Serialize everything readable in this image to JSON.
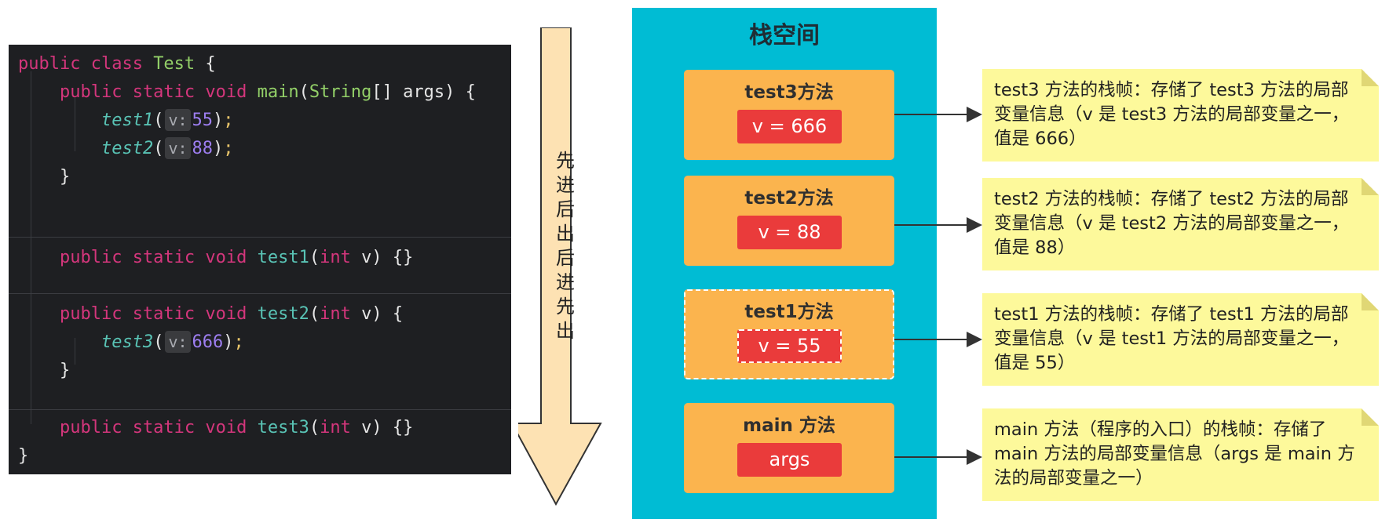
{
  "code": {
    "lines": [
      {
        "parts": [
          {
            "t": "public class ",
            "c": "kw"
          },
          {
            "t": "Test",
            "c": "cls"
          },
          {
            "t": " {",
            "c": "brk"
          }
        ]
      },
      {
        "parts": [
          {
            "t": "    public static void ",
            "c": "kw"
          },
          {
            "t": "main",
            "c": "cls"
          },
          {
            "t": "(",
            "c": "brk"
          },
          {
            "t": "String",
            "c": "cls"
          },
          {
            "t": "[] args) {",
            "c": "brk"
          }
        ]
      },
      {
        "parts": [
          {
            "t": "        "
          },
          {
            "t": "test1",
            "c": "fni"
          },
          {
            "t": "(",
            "c": "brk"
          },
          {
            "t": "v:",
            "c": "hint"
          },
          {
            "t": "55",
            "c": "num"
          },
          {
            "t": ")",
            "c": "brk"
          },
          {
            "t": ";",
            "c": "semi"
          }
        ]
      },
      {
        "parts": [
          {
            "t": "        "
          },
          {
            "t": "test2",
            "c": "fni"
          },
          {
            "t": "(",
            "c": "brk"
          },
          {
            "t": "v:",
            "c": "hint"
          },
          {
            "t": "88",
            "c": "num"
          },
          {
            "t": ")",
            "c": "brk"
          },
          {
            "t": ";",
            "c": "semi"
          }
        ]
      },
      {
        "parts": [
          {
            "t": "    }",
            "c": "brk"
          }
        ]
      },
      {
        "parts": [
          {
            "t": "    public static void ",
            "c": "kw"
          },
          {
            "t": "test1",
            "c": "fn"
          },
          {
            "t": "(",
            "c": "brk"
          },
          {
            "t": "int",
            "c": "kw"
          },
          {
            "t": " v) {}",
            "c": "brk"
          }
        ]
      },
      {
        "parts": [
          {
            "t": "    public static void ",
            "c": "kw"
          },
          {
            "t": "test2",
            "c": "fn"
          },
          {
            "t": "(",
            "c": "brk"
          },
          {
            "t": "int",
            "c": "kw"
          },
          {
            "t": " v) {",
            "c": "brk"
          }
        ]
      },
      {
        "parts": [
          {
            "t": "        "
          },
          {
            "t": "test3",
            "c": "fni"
          },
          {
            "t": "(",
            "c": "brk"
          },
          {
            "t": "v:",
            "c": "hint"
          },
          {
            "t": "666",
            "c": "num"
          },
          {
            "t": ")",
            "c": "brk"
          },
          {
            "t": ";",
            "c": "semi"
          }
        ]
      },
      {
        "parts": [
          {
            "t": "    }",
            "c": "brk"
          }
        ]
      },
      {
        "parts": [
          {
            "t": "    public static void ",
            "c": "kw"
          },
          {
            "t": "test3",
            "c": "fn"
          },
          {
            "t": "(",
            "c": "brk"
          },
          {
            "t": "int",
            "c": "kw"
          },
          {
            "t": " v) {}",
            "c": "brk"
          }
        ]
      },
      {
        "parts": [
          {
            "t": "}",
            "c": "brk"
          }
        ]
      }
    ]
  },
  "arrow_label": "先进后出 后进先出",
  "stack": {
    "title": "栈空间",
    "frames": [
      {
        "title": "test3方法",
        "var": "v = 666",
        "dashed": false
      },
      {
        "title": "test2方法",
        "var": "v = 88",
        "dashed": false
      },
      {
        "title": "test1方法",
        "var": "v = 55",
        "dashed": true
      },
      {
        "title": "main 方法",
        "var": "args",
        "dashed": false
      }
    ]
  },
  "notes": [
    "test3 方法的栈帧：存储了 test3 方法的局部变量信息（v 是 test3 方法的局部变量之一，值是 666）",
    "test2 方法的栈帧：存储了 test2 方法的局部变量信息（v 是 test2 方法的局部变量之一，值是 88）",
    "test1 方法的栈帧：存储了 test1 方法的局部变量信息（v 是 test1 方法的局部变量之一，值是 55）",
    "main 方法（程序的入口）的栈帧：存储了 main 方法的局部变量信息（args 是 main 方法的局部变量之一）"
  ],
  "colors": {
    "stack_bg": "#00bcd4",
    "frame_bg": "#fbb44e",
    "var_bg": "#ea3b3b",
    "note_bg": "#fdf99b",
    "arrow_fill": "#fde2b3",
    "code_bg": "#1e1f22"
  }
}
